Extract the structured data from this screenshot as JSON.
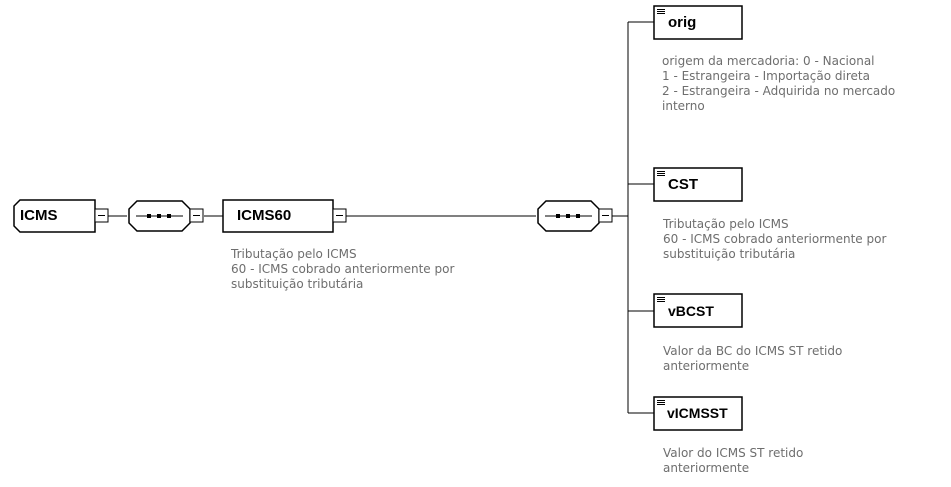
{
  "elements": {
    "icms": {
      "name": "ICMS"
    },
    "icms60": {
      "name": "ICMS60",
      "doc": [
        "Tributação pelo ICMS",
        "60 - ICMS cobrado anteriormente por",
        "substituição tributária"
      ]
    },
    "orig": {
      "name": "orig",
      "doc": [
        "origem da mercadoria: 0 - Nacional",
        "1 - Estrangeira - Importação direta",
        "2 - Estrangeira - Adquirida no mercado",
        "interno"
      ]
    },
    "cst": {
      "name": "CST",
      "doc": [
        "Tributação pelo ICMS",
        "60 - ICMS cobrado anteriormente por",
        "substituição tributária"
      ]
    },
    "vbcst": {
      "name": "vBCST",
      "doc": [
        "Valor da BC do ICMS ST retido",
        "anteriormente"
      ]
    },
    "vicmsst": {
      "name": "vICMSST",
      "doc": [
        "Valor do ICMS ST retido",
        "anteriormente"
      ]
    }
  }
}
